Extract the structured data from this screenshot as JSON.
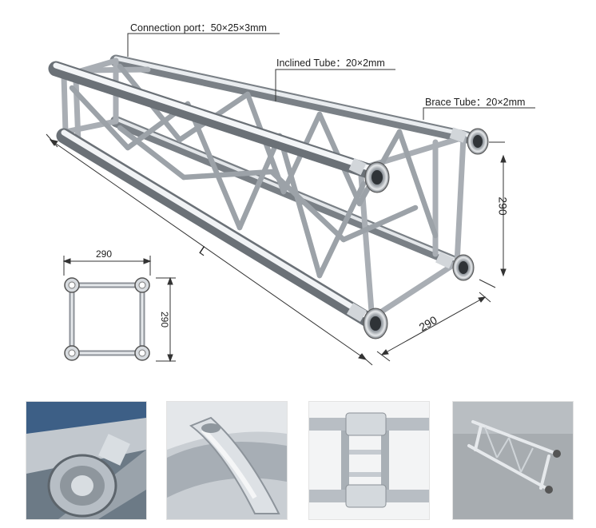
{
  "callouts": {
    "connection_port": "Connection port：50×25×3mm",
    "inclined_tube": "Inclined Tube：20×2mm",
    "brace_tube": "Brace Tube：20×2mm"
  },
  "dimensions": {
    "length": "L",
    "height": "290",
    "width": "290"
  },
  "cross_section": {
    "width": "290",
    "height": "290"
  },
  "colors": {
    "aluminium_light": "#f2f4f6",
    "aluminium_mid": "#b9bec4",
    "aluminium_dark": "#7d838a",
    "line": "#333333"
  },
  "photos": [
    "spigot-connector-closeup",
    "weld-seam-closeup",
    "brace-junction-closeup",
    "truss-segment-photo"
  ]
}
